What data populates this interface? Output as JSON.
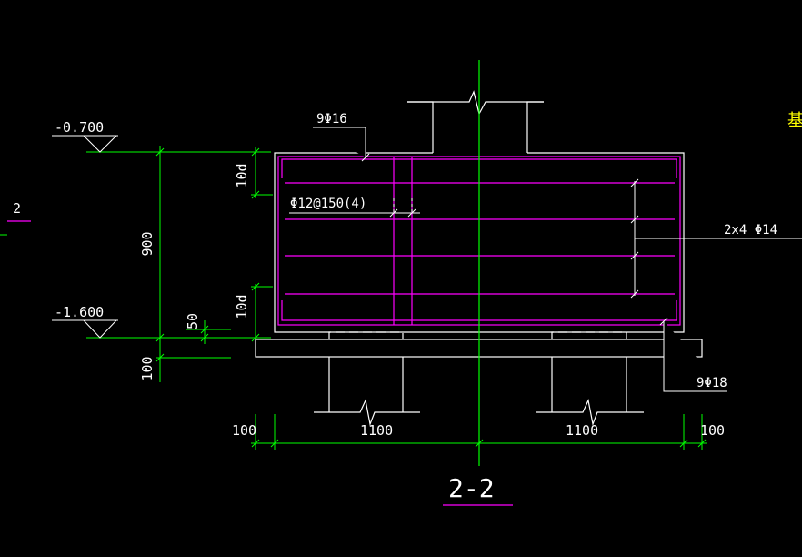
{
  "elevations": {
    "top": "-0.700",
    "bottom": "-1.600"
  },
  "dimensions": {
    "height_total": "900",
    "cover_top": "10d",
    "cover_bottom": "10d",
    "cushion_offset": "50",
    "cushion_thickness": "100",
    "edge_left": "100",
    "span_left": "1100",
    "span_right": "1100",
    "edge_right": "100"
  },
  "rebar": {
    "top_bars": "9Φ16",
    "stirrups": "Φ12@150(4)",
    "side_bars": "2x4 Φ14",
    "bottom_bars": "9Φ18"
  },
  "section_title": "2-2",
  "left_mark": "2",
  "right_cut_text": "基",
  "colors": {
    "background": "#000000",
    "outline": "#ffffff",
    "dimension": "#00ff00",
    "rebar": "#ff00ff",
    "title": "#ff00ff",
    "partial_text": "#ffff00"
  }
}
